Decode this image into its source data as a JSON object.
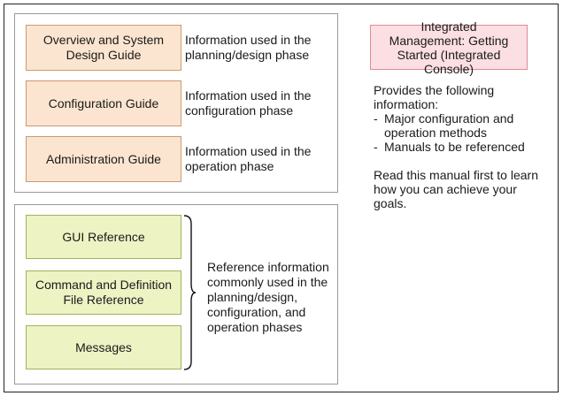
{
  "manuals_group": {
    "items": [
      {
        "title": "Overview and System Design Guide",
        "description": "Information used in the planning/design phase"
      },
      {
        "title": "Configuration Guide",
        "description": "Information used in the configuration phase"
      },
      {
        "title": "Administration Guide",
        "description": "Information used in the operation phase"
      }
    ]
  },
  "reference_group": {
    "items": [
      {
        "title": "GUI Reference"
      },
      {
        "title": "Command and Definition File Reference"
      },
      {
        "title": "Messages"
      }
    ],
    "description": "Reference information commonly used in the planning/design, configuration, and operation phases"
  },
  "getting_started": {
    "title": "Integrated Management: Getting Started (Integrated Console)",
    "intro": "Provides the following information:",
    "bullets": [
      "Major configuration and operation methods",
      "Manuals to be referenced"
    ],
    "bullet_marker": "-",
    "note": "Read this manual first to learn how you can achieve your goals."
  },
  "colors": {
    "guide_fill": "#fbe5d0",
    "reference_fill": "#edf3c3",
    "getting_started_fill": "#fcdfe2"
  }
}
